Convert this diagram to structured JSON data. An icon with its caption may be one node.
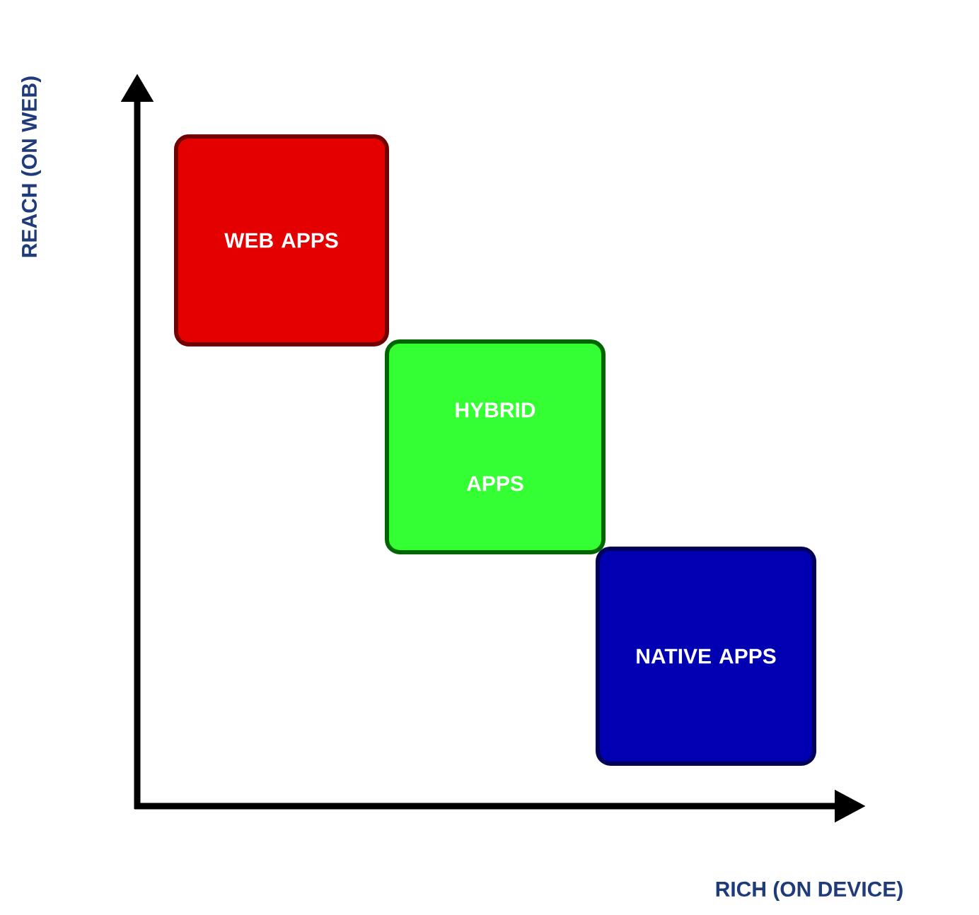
{
  "diagram": {
    "nodes": [
      {
        "text": [
          "WEB APPS"
        ]
      },
      {
        "text": [
          "HYBRID APPS"
        ]
      },
      {
        "text": [
          "NATIVE APPS"
        ]
      }
    ],
    "labels": [
      "REACH (ON WEB)",
      "RICH (ON DEVICE)"
    ]
  }
}
